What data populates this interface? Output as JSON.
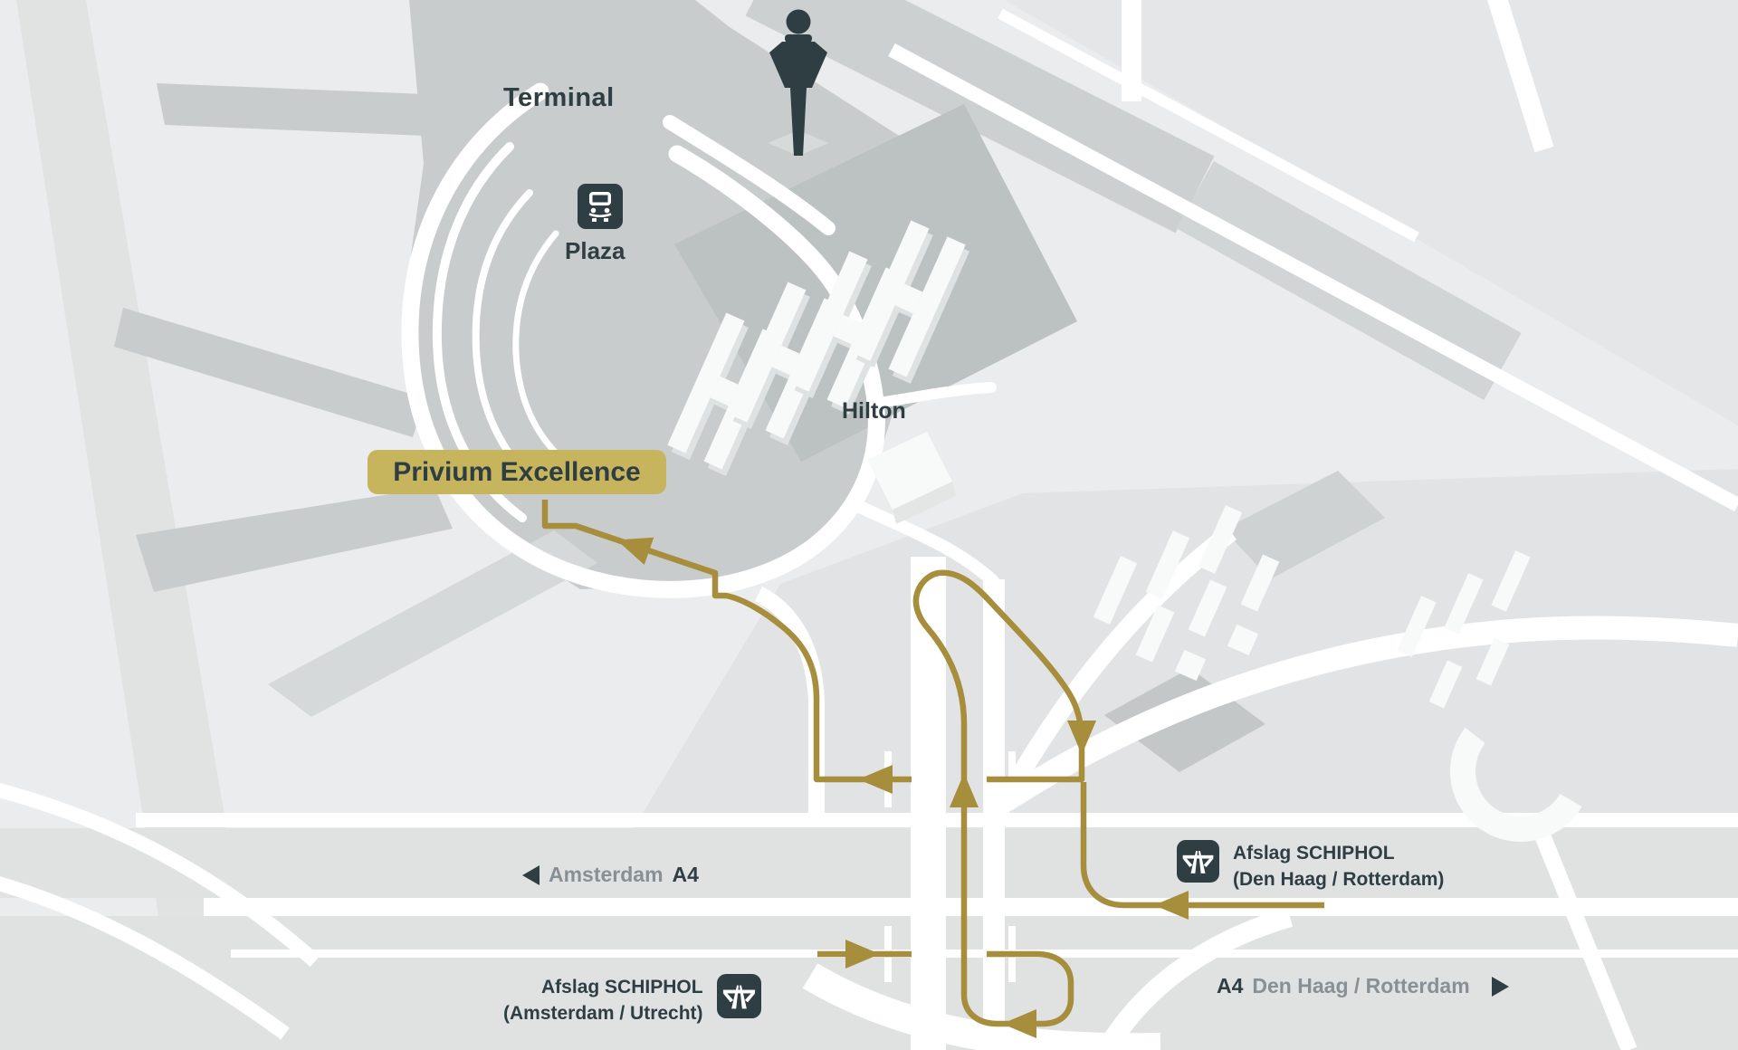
{
  "map": {
    "area_labels": {
      "terminal": "Terminal",
      "plaza": "Plaza",
      "hilton": "Hilton"
    },
    "destination_badge": {
      "label": "Privium Excellence"
    },
    "highway_labels": {
      "amsterdam_west": {
        "city": "Amsterdam",
        "road": "A4"
      },
      "a4_south": {
        "road": "A4",
        "destination": "Den Haag / Rotterdam"
      },
      "exit_east": {
        "line1": "Afslag SCHIPHOL",
        "line2": "(Den Haag / Rotterdam)"
      },
      "exit_south": {
        "line1": "Afslag SCHIPHOL",
        "line2": "(Amsterdam / Utrecht)"
      }
    },
    "icons": {
      "train": "train-station-icon",
      "tower": "control-tower-icon",
      "motorway": "motorway-exit-icon",
      "west_arrow": "west-direction-arrow",
      "east_arrow": "east-direction-arrow"
    },
    "colors": {
      "background": "#EBECED",
      "terminal_area": "#C9CCCC",
      "platform_area": "#BCC1C1",
      "highway_gray": "#E0E2E2",
      "road_white": "#FFFFFF",
      "route_gold": "#A68E3C",
      "badge_gold": "#C7B55E",
      "text_dark": "#2E3E43",
      "text_gray": "#879094"
    }
  }
}
